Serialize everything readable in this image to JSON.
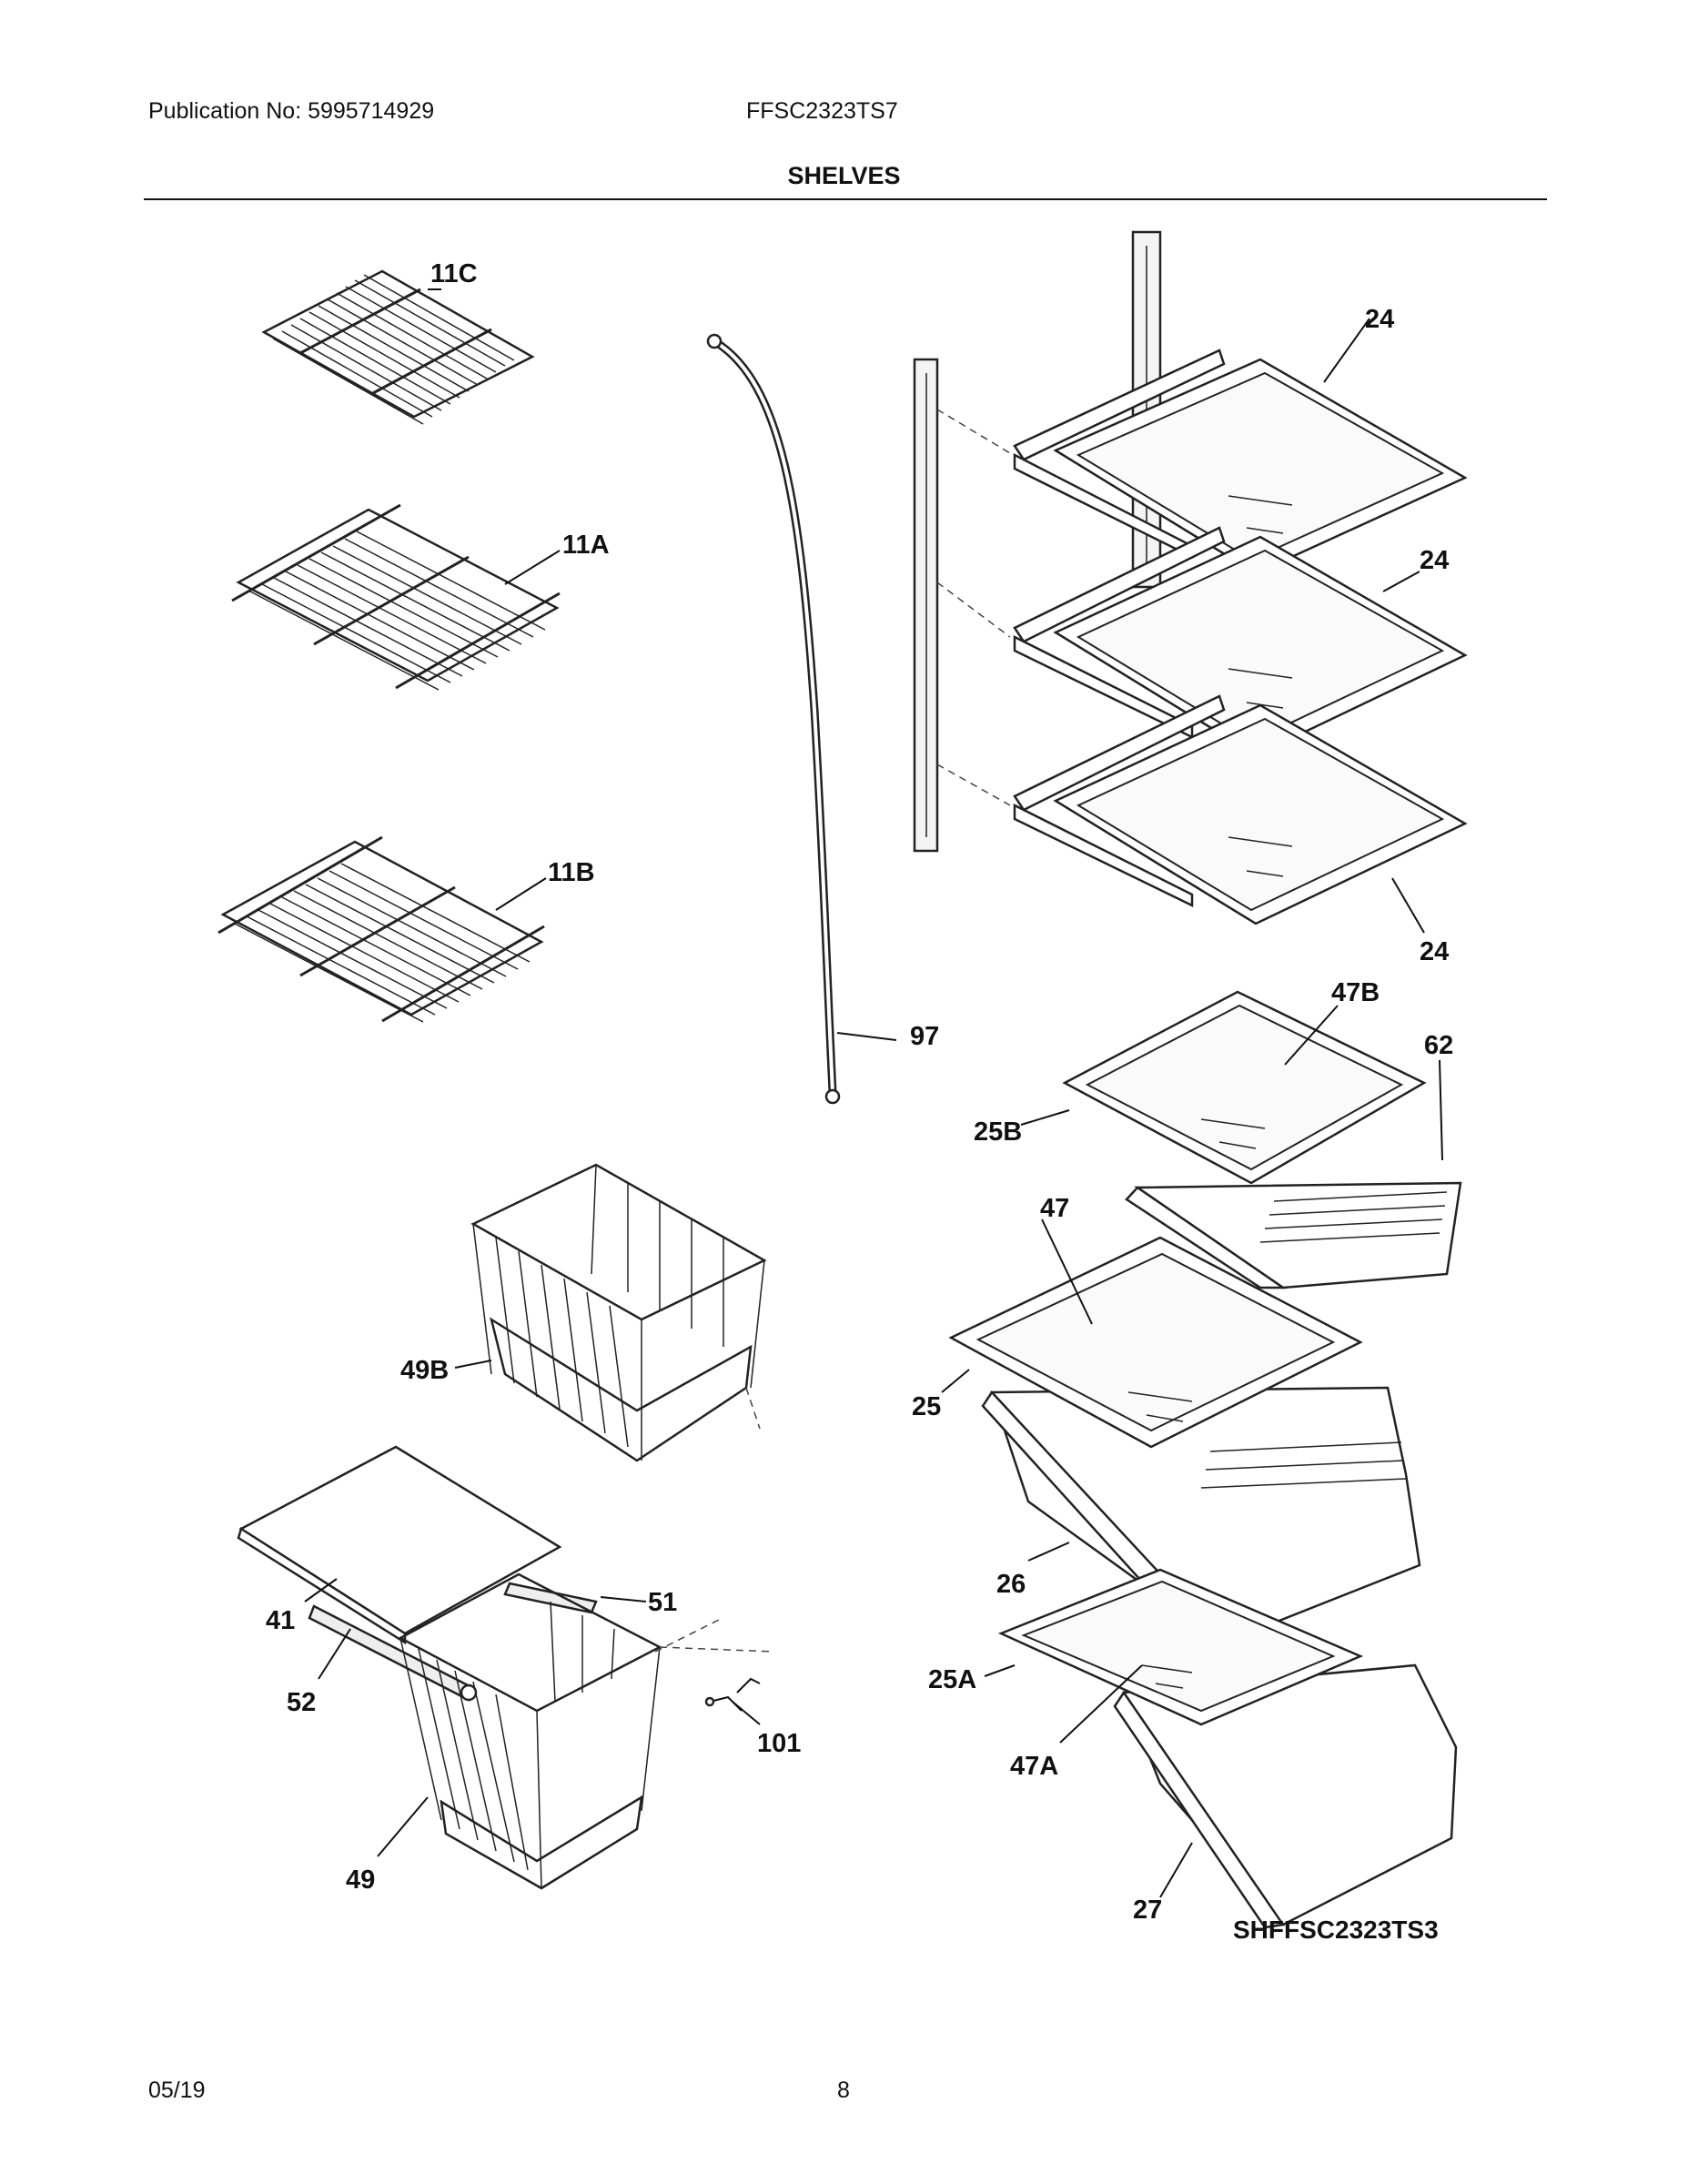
{
  "header": {
    "publication": "Publication No: 5995714929",
    "model": "FFSC2323TS7",
    "title": "SHELVES"
  },
  "diagram": {
    "callouts": {
      "p11C": "11C",
      "p11A": "11A",
      "p11B": "11B",
      "p97": "97",
      "p24a": "24",
      "p24b": "24",
      "p24c": "24",
      "p47B": "47B",
      "p62": "62",
      "p25B": "25B",
      "p47": "47",
      "p25": "25",
      "p26": "26",
      "p25A": "25A",
      "p47A": "47A",
      "p27": "27",
      "p49B": "49B",
      "p41": "41",
      "p51": "51",
      "p52": "52",
      "p101": "101",
      "p49": "49"
    },
    "drawing_id": "SHFFSC2323TS3"
  },
  "footer": {
    "date": "05/19",
    "page": "8"
  }
}
